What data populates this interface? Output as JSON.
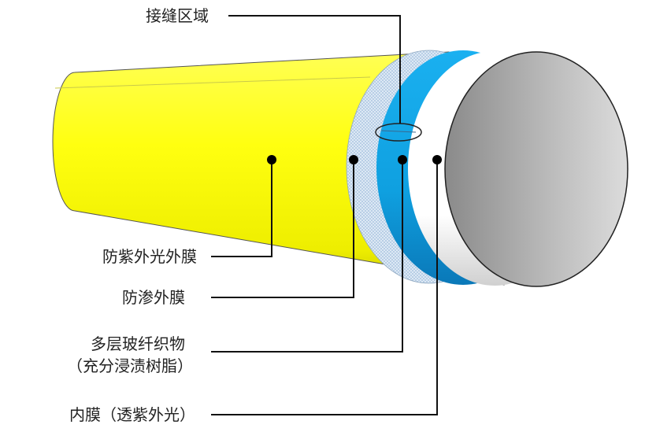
{
  "title_label": "接缝区域",
  "labels": {
    "uv_outer_film": "防紫外光外膜",
    "seepage_film": "防渗外膜",
    "fiberglass_line1": "多层玻纤织物",
    "fiberglass_line2": "（充分浸渍树脂）",
    "inner_film": "内膜（透紫外光）"
  },
  "colors": {
    "outer_film": "#ffff1a",
    "seepage_film": "#cfe0f2",
    "fiberglass": "#12a6e8",
    "inner_film": "#ffffff",
    "pipe_face": "#a8a8a8"
  }
}
